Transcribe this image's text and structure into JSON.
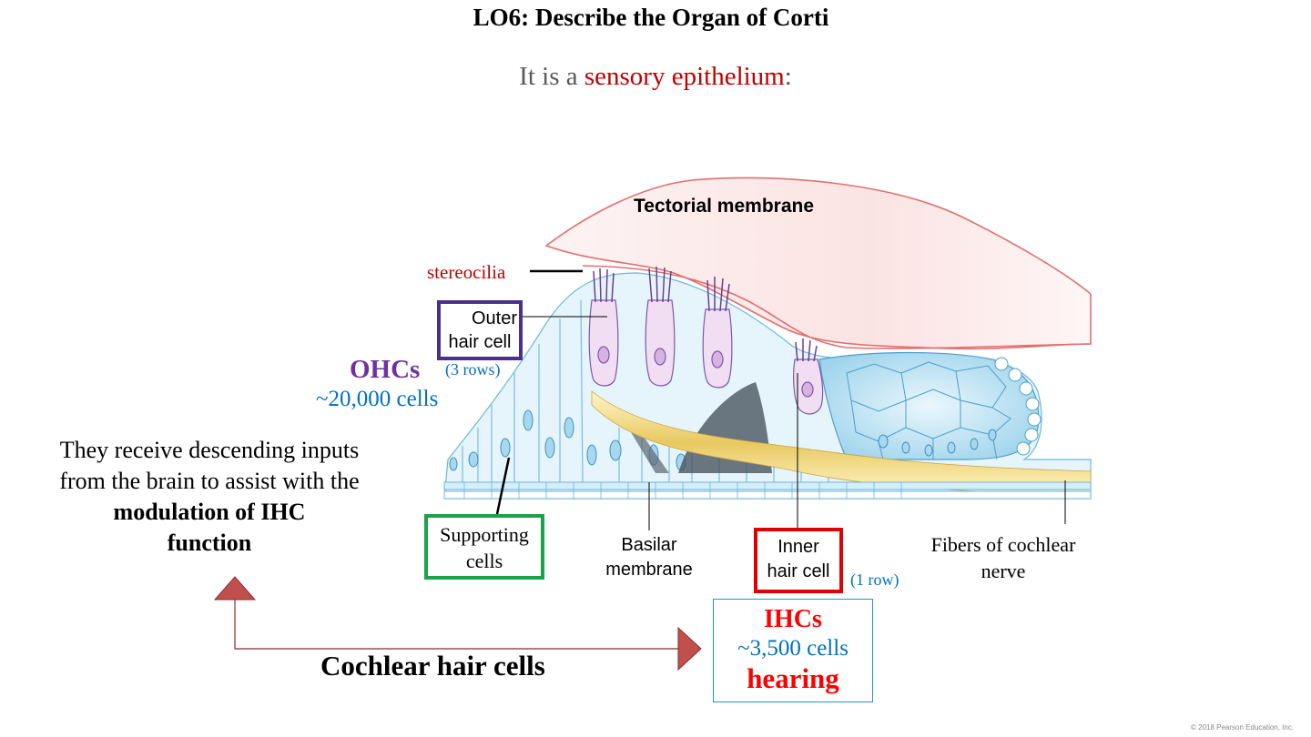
{
  "title": "LO6: Describe the Organ of Corti",
  "subtitle": {
    "prefix": "It is a",
    "highlight": "sensory epithelium",
    "suffix": ":"
  },
  "diagram": {
    "tectorial_membrane": "Tectorial membrane",
    "stereocilia": "stereocilia",
    "outer_hair_cell": [
      "Outer",
      "hair cell"
    ],
    "supporting_cells": [
      "Supporting",
      "cells"
    ],
    "basilar_membrane": [
      "Basilar",
      "membrane"
    ],
    "inner_hair_cell": [
      "Inner",
      "hair cell"
    ],
    "fibers": [
      "Fibers of cochlear",
      "nerve"
    ]
  },
  "ohc": {
    "title": "OHCs",
    "count": "~20,000 cells",
    "rows": "(3 rows)"
  },
  "ihc": {
    "title": "IHCs",
    "count": "~3,500 cells",
    "function": "hearing",
    "rows": "(1 row)"
  },
  "ohc_description": {
    "line1": "They receive descending inputs",
    "line2": "from the brain to assist with the",
    "bold1": "modulation of IHC",
    "bold2": "function"
  },
  "cochlear_label": "Cochlear hair cells",
  "credit": "© 2018 Pearson Education, Inc.",
  "colors": {
    "red": "#c00000",
    "purple": "#7030a0",
    "blue": "#0070c0",
    "ohc_box": "#4a2f8f",
    "support_box": "#1aa34a",
    "ihc_box": "#e00000",
    "arrow": "#c0504d"
  }
}
